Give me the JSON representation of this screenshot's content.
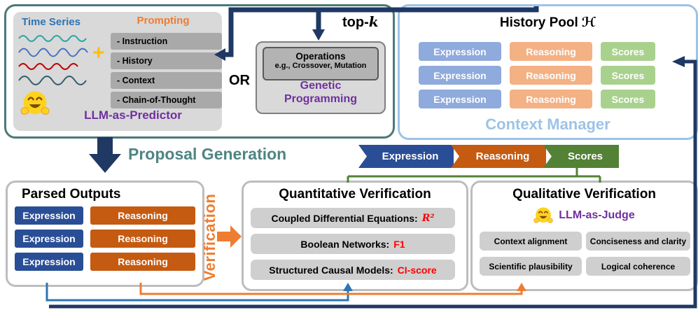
{
  "predictor": {
    "time_series_label": "Time Series",
    "plus_sign": "+",
    "prompting_title": "Prompting",
    "prompt_items": [
      "- Instruction",
      "- History",
      "- Context",
      "- Chain-of-Thought"
    ],
    "label": "LLM-as-Predictor"
  },
  "or_label": "OR",
  "genetic_programming": {
    "operations_title": "Operations",
    "operations_examples": "e.g., Crossover, Mutation",
    "label": "Genetic Programming"
  },
  "top_k": {
    "prefix": "top-",
    "variable": "k"
  },
  "context_manager": {
    "title_text": "History Pool",
    "title_symbol": "ℋ",
    "rows": [
      {
        "expression": "Expression",
        "reasoning": "Reasoning",
        "scores": "Scores"
      },
      {
        "expression": "Expression",
        "reasoning": "Reasoning",
        "scores": "Scores"
      },
      {
        "expression": "Expression",
        "reasoning": "Reasoning",
        "scores": "Scores"
      }
    ],
    "label": "Context Manager"
  },
  "proposal_generation_label": "Proposal Generation",
  "tags": {
    "expression": "Expression",
    "reasoning": "Reasoning",
    "scores": "Scores"
  },
  "parsed_outputs": {
    "title": "Parsed Outputs",
    "rows": [
      {
        "expression": "Expression",
        "reasoning": "Reasoning"
      },
      {
        "expression": "Expression",
        "reasoning": "Reasoning"
      },
      {
        "expression": "Expression",
        "reasoning": "Reasoning"
      }
    ]
  },
  "verification_label": "Verification",
  "quantitative_verification": {
    "title": "Quantitative Verification",
    "rows": [
      {
        "label": "Coupled Differential Equations:",
        "metric": "R²"
      },
      {
        "label": "Boolean Networks:",
        "metric": "F1"
      },
      {
        "label": "Structured Causal Models:",
        "metric": "CI-score"
      }
    ]
  },
  "qualitative_verification": {
    "title": "Qualitative Verification",
    "judge_label": "LLM-as-Judge",
    "criteria": [
      "Context alignment",
      "Conciseness and clarity",
      "Scientific plausibility",
      "Logical coherence"
    ]
  },
  "colors": {
    "navy_arrow": "#1f3864",
    "teal_accent": "#4a7a78",
    "light_blue_accent": "#9dc3e6",
    "purple_accent": "#7030a0",
    "orange_accent": "#ed7d31",
    "red_metric": "#ff0000",
    "expression_dark": "#2a4e96",
    "reasoning_dark": "#c55a11",
    "scores_dark": "#538135",
    "expression_light": "#8faadc",
    "reasoning_light": "#f4b183",
    "scores_light": "#a9d18e"
  }
}
